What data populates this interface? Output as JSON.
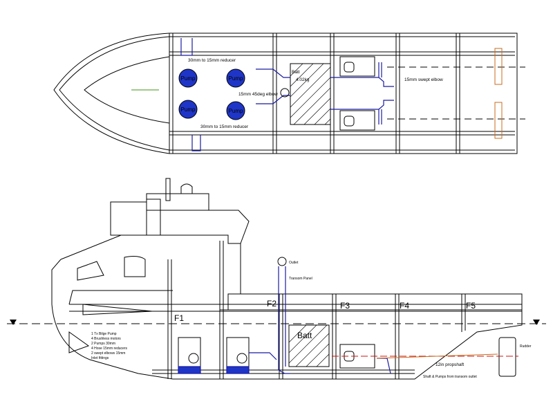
{
  "plan_view": {
    "pumps": [
      "Pump",
      "Pump",
      "Pump",
      "Pump"
    ],
    "labels": {
      "reducer_top": "30mm to 15mm reducer",
      "reducer_bottom": "30mm to 15mm reducer",
      "elbow": "15mm 45deg elbow",
      "swept_elbow": "15mm swept elbow",
      "batt": "Batt",
      "batt_weight": "4.02kg"
    }
  },
  "profile_view": {
    "frames": [
      "F1",
      "F2",
      "F3",
      "F4",
      "F5"
    ],
    "batt": "Batt",
    "propshaft": "12in propshaft",
    "outlet": "Outlet",
    "deck_label": "Transom Panel",
    "rudder_label": "Rudder",
    "notes": [
      "1 Tx Bilge Pump",
      "4 Brushless motors",
      "2 Pumps 30mm",
      "4 Hose 15mm reducers",
      "2 swept elbows 15mm",
      "Inlet fittings"
    ],
    "footer_note": "Shaft & Pumps from transom outlet"
  },
  "colors": {
    "line": "#000000",
    "pipe_blue": "#1a1aa0",
    "pump_fill": "#1f35c8",
    "wire_red": "#cc1010",
    "orange": "#c86b1c"
  }
}
